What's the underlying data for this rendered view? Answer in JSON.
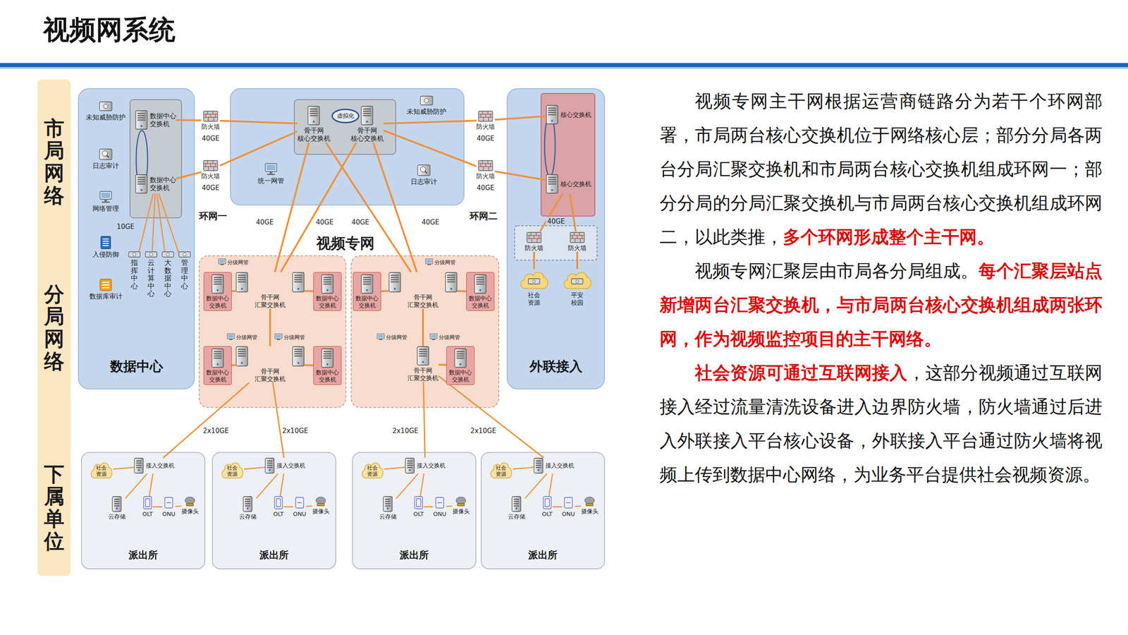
{
  "diagram": {
    "title": "视频网系统",
    "nodes": [
      {
        "text": [
          "市局网络",
          "分局网络",
          "下属单位"
        ]
      },
      {
        "text": [
          "数据中心"
        ]
      },
      {
        "text": [
          "未知威胁防护"
        ],
        "in": 1
      },
      {
        "text": [
          "日志审计"
        ],
        "in": 1
      },
      {
        "text": [
          "网络管理"
        ],
        "in": 1
      },
      {
        "text": [
          "入侵防御"
        ],
        "in": 1
      },
      {
        "text": [
          "数据库审计"
        ],
        "in": 1
      },
      {
        "text": [
          "数据中心 交换机"
        ],
        "in": 1
      },
      {
        "text": [
          "数据中心 交换机"
        ],
        "in": 1
      },
      {
        "text": [
          "指挥中心"
        ],
        "in": 1
      },
      {
        "text": [
          "云计算中心"
        ],
        "in": 1
      },
      {
        "text": [
          "大数据中心"
        ],
        "in": 1
      },
      {
        "text": [
          "管理中心"
        ],
        "in": 1
      },
      {
        "text": [
          "防火墙"
        ]
      },
      {
        "text": [
          "防火墙"
        ]
      },
      {
        "text": [
          "统一网管"
        ]
      },
      {
        "text": [
          "骨干网 核心交换机"
        ]
      },
      {
        "text": [
          "骨干网 核心交换机"
        ]
      },
      {
        "text": [
          "未知威胁防护"
        ]
      },
      {
        "text": [
          "日志审计"
        ]
      },
      {
        "text": [
          "防火墙"
        ]
      },
      {
        "text": [
          "防火墙"
        ]
      },
      {
        "text": [
          "外联接入"
        ]
      },
      {
        "text": [
          "核心交换机"
        ],
        "in": 22
      },
      {
        "text": [
          "核心交换机"
        ],
        "in": 22
      },
      {
        "text": [
          "防火墙"
        ],
        "in": 22
      },
      {
        "text": [
          "防火墙"
        ],
        "in": 22
      },
      {
        "text": [
          "社会 资源"
        ],
        "in": 22
      },
      {
        "text": [
          "平安 校园"
        ],
        "in": 22
      },
      {
        "text": [
          "数据中心 交换机"
        ]
      },
      {
        "text": [
          "骨干网 汇聚交换机"
        ]
      },
      {
        "text": [
          "数据中心 交换机"
        ]
      },
      {
        "text": [
          "数据中心 交换机"
        ]
      },
      {
        "text": [
          "骨干网 汇聚交换机"
        ]
      },
      {
        "text": [
          "数据中心 交换机"
        ]
      },
      {
        "text": [
          "数据中心 交换机"
        ]
      },
      {
        "text": [
          "骨干网 汇聚交换机"
        ]
      },
      {
        "text": [
          "数据中心 交换机"
        ]
      },
      {
        "text": [
          "骨干网 汇聚交换机"
        ]
      },
      {
        "text": [
          "数据中心 交换机"
        ]
      },
      {
        "text": [
          "派出所"
        ]
      },
      {
        "text": [
          "社会 资源"
        ],
        "in": 40
      },
      {
        "text": [
          "接入交换机"
        ],
        "in": 40
      },
      {
        "text": [
          "云存储"
        ],
        "in": 40
      },
      {
        "text": [
          "OLT"
        ],
        "in": 40
      },
      {
        "text": [
          "ONU"
        ],
        "in": 40
      },
      {
        "text": [
          "摄像头"
        ],
        "in": 40
      },
      {
        "text": [
          "派出所"
        ]
      },
      {
        "text": [
          "社会 资源"
        ],
        "in": 47
      },
      {
        "text": [
          "接入交换机"
        ],
        "in": 47
      },
      {
        "text": [
          "云存储"
        ],
        "in": 47
      },
      {
        "text": [
          "OLT"
        ],
        "in": 47
      },
      {
        "text": [
          "ONU"
        ],
        "in": 47
      },
      {
        "text": [
          "摄像头"
        ],
        "in": 47
      },
      {
        "text": [
          "派出所"
        ]
      },
      {
        "text": [
          "社会 资源"
        ],
        "in": 54
      },
      {
        "text": [
          "接入交换机"
        ],
        "in": 54
      },
      {
        "text": [
          "云存储"
        ],
        "in": 54
      },
      {
        "text": [
          "OLT"
        ],
        "in": 54
      },
      {
        "text": [
          "ONU"
        ],
        "in": 54
      },
      {
        "text": [
          "摄像头"
        ],
        "in": 54
      },
      {
        "text": [
          "派出所"
        ]
      },
      {
        "text": [
          "社会 资源"
        ],
        "in": 61
      },
      {
        "text": [
          "接入交换机"
        ],
        "in": 61
      },
      {
        "text": [
          "云存储"
        ],
        "in": 61
      },
      {
        "text": [
          "OLT"
        ],
        "in": 61
      },
      {
        "text": [
          "ONU"
        ],
        "in": 61
      },
      {
        "text": [
          "摄像头"
        ],
        "in": 61
      }
    ],
    "edges": [
      {
        "from": 7,
        "to": 13,
        "arrow": "none"
      },
      {
        "from": 8,
        "to": 14,
        "arrow": "none"
      },
      {
        "from": 13,
        "to": 16,
        "arrow": "none"
      },
      {
        "from": 14,
        "to": 16,
        "arrow": "none"
      },
      {
        "from": 17,
        "to": 20,
        "arrow": "none"
      },
      {
        "from": 17,
        "to": 21,
        "arrow": "none"
      },
      {
        "from": 20,
        "to": 23,
        "arrow": "none"
      },
      {
        "from": 21,
        "to": 24,
        "arrow": "none"
      },
      {
        "from": 24,
        "to": 25,
        "arrow": "none"
      },
      {
        "from": 24,
        "to": 26,
        "arrow": "none"
      },
      {
        "from": 25,
        "to": 27,
        "arrow": "none"
      },
      {
        "from": 26,
        "to": 28,
        "arrow": "none"
      },
      {
        "from": 8,
        "to": 9,
        "arrow": "none"
      },
      {
        "from": 8,
        "to": 10,
        "arrow": "none"
      },
      {
        "from": 8,
        "to": 11,
        "arrow": "none"
      },
      {
        "from": 8,
        "to": 12,
        "arrow": "none"
      },
      {
        "from": 16,
        "to": 30,
        "arrow": "none"
      },
      {
        "from": 16,
        "to": 36,
        "arrow": "none"
      },
      {
        "from": 17,
        "to": 30,
        "arrow": "none"
      },
      {
        "from": 17,
        "to": 36,
        "arrow": "none"
      },
      {
        "from": 30,
        "to": 29,
        "arrow": "none"
      },
      {
        "from": 30,
        "to": 31,
        "arrow": "none"
      },
      {
        "from": 30,
        "to": 33,
        "arrow": "none"
      },
      {
        "from": 33,
        "to": 32,
        "arrow": "none"
      },
      {
        "from": 33,
        "to": 34,
        "arrow": "none"
      },
      {
        "from": 36,
        "to": 35,
        "arrow": "none"
      },
      {
        "from": 36,
        "to": 37,
        "arrow": "none"
      },
      {
        "from": 36,
        "to": 38,
        "arrow": "none"
      },
      {
        "from": 38,
        "to": 39,
        "arrow": "none"
      },
      {
        "from": 33,
        "to": 42,
        "arrow": "none"
      },
      {
        "from": 33,
        "to": 49,
        "arrow": "none"
      },
      {
        "from": 38,
        "to": 56,
        "arrow": "none"
      },
      {
        "from": 38,
        "to": 63,
        "arrow": "none"
      },
      {
        "from": 42,
        "to": 41,
        "arrow": "none"
      },
      {
        "from": 42,
        "to": 43,
        "arrow": "none"
      },
      {
        "from": 42,
        "to": 44,
        "arrow": "none"
      },
      {
        "from": 44,
        "to": 45,
        "arrow": "none"
      },
      {
        "from": 45,
        "to": 46,
        "arrow": "none"
      },
      {
        "from": 49,
        "to": 48,
        "arrow": "none"
      },
      {
        "from": 49,
        "to": 50,
        "arrow": "none"
      },
      {
        "from": 49,
        "to": 51,
        "arrow": "none"
      },
      {
        "from": 51,
        "to": 52,
        "arrow": "none"
      },
      {
        "from": 52,
        "to": 53,
        "arrow": "none"
      },
      {
        "from": 56,
        "to": 55,
        "arrow": "none"
      },
      {
        "from": 56,
        "to": 57,
        "arrow": "none"
      },
      {
        "from": 56,
        "to": 58,
        "arrow": "none"
      },
      {
        "from": 58,
        "to": 59,
        "arrow": "none"
      },
      {
        "from": 59,
        "to": 60,
        "arrow": "none"
      },
      {
        "from": 63,
        "to": 62,
        "arrow": "none"
      },
      {
        "from": 63,
        "to": 64,
        "arrow": "none"
      },
      {
        "from": 63,
        "to": 65,
        "arrow": "none"
      },
      {
        "from": 65,
        "to": 66,
        "arrow": "none"
      },
      {
        "from": 66,
        "to": 67,
        "arrow": "none"
      }
    ],
    "labels": [
      "40GE",
      "40GE",
      "虚拟化",
      "40GE",
      "40GE",
      "10GE",
      "环网一",
      "40GE",
      "40GE",
      "40GE",
      "40GE",
      "环网二",
      "40GE",
      "视频专网",
      "分级网管",
      "分级网管",
      "分级网管",
      "分级网管",
      "分级网管",
      "分级网管",
      "2x10GE",
      "2x10GE",
      "2x10GE",
      "2x10GE",
      "视频专网主干网根据运营商链路分为若干个环网部署，市局两台核心交换机位于网络核心层；部分分局各两台分局汇聚交换机和市局两台核心交换机组成环网一；部分分局的分局汇聚交换机与市局两台核心交换机组成环网二，以此类推，",
      "多个环网形成整个主干网。",
      "视频专网汇聚层由市局各分局组成。",
      "每个汇聚层站点新增两台汇聚交换机，与市局两台核心交换机组成两张环网，作为视频监控项目的主干网络。",
      "社会资源可通过互联网接入",
      "，这部分视频通过互联网接入经过流量清洗设备进入边界防火墙，防火墙通过后进入外联接入平台核心设备，外联接入平台通过防火墙将视频上传到数据中心网络，为业务平台提供社会视频资源。"
    ]
  }
}
